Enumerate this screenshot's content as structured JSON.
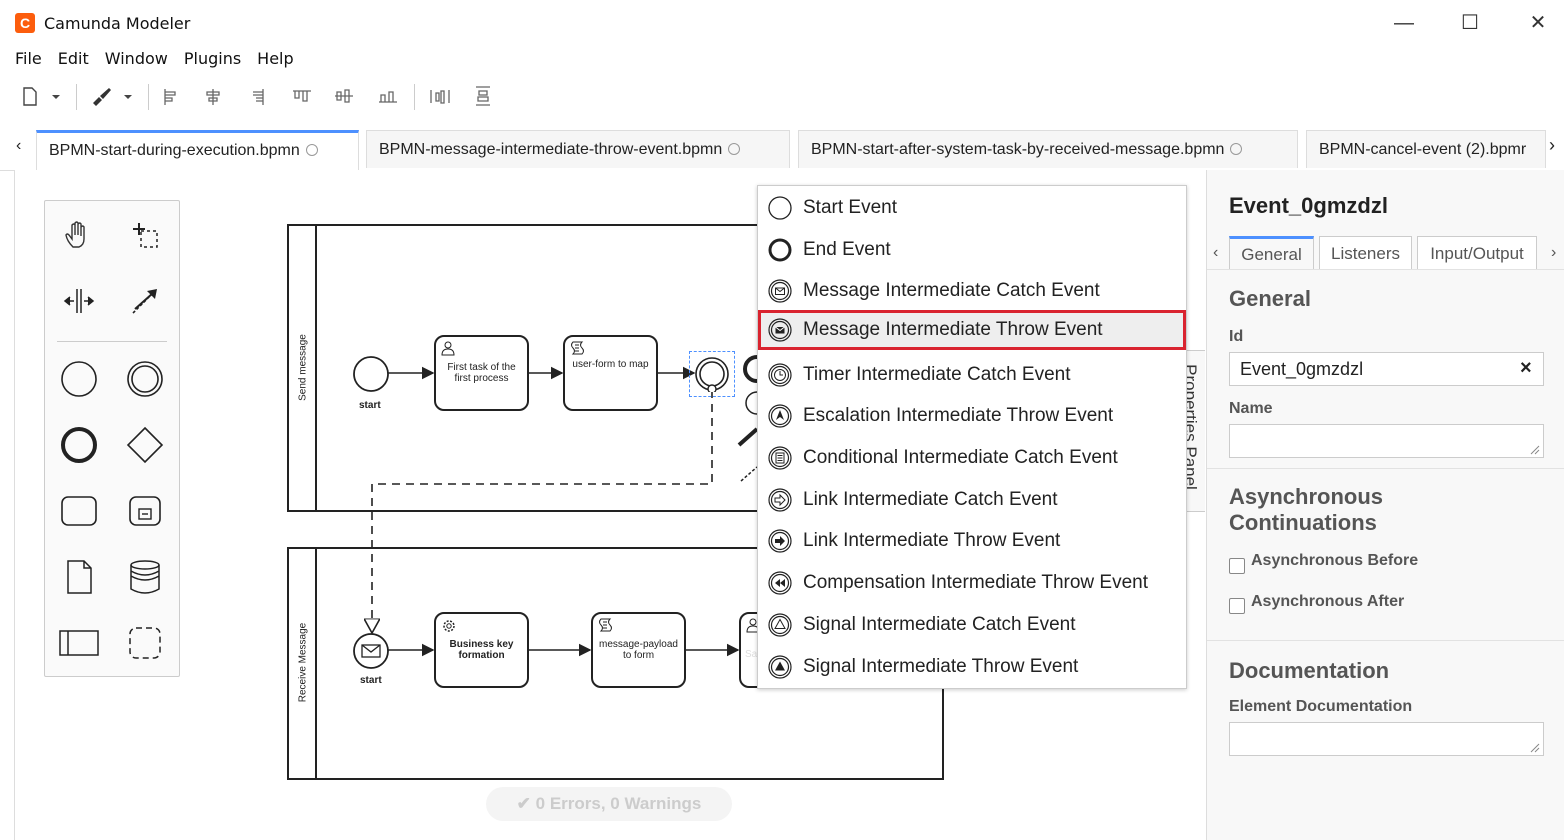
{
  "window": {
    "title": "Camunda Modeler",
    "logo_glyph": "C",
    "minimize": "—",
    "maximize": "☐",
    "close": "✕"
  },
  "menu": [
    "File",
    "Edit",
    "Window",
    "Plugins",
    "Help"
  ],
  "tabs": [
    {
      "label": "BPMN-start-during-execution.bpmn",
      "active": true
    },
    {
      "label": "BPMN-message-intermediate-throw-event.bpmn",
      "active": false
    },
    {
      "label": "BPMN-start-after-system-task-by-received-message.bpmn",
      "active": false
    },
    {
      "label": "BPMN-cancel-event (2).bpmr",
      "active": false
    }
  ],
  "tab_nav": {
    "left": "‹",
    "right": "›"
  },
  "diagram": {
    "pool1_label": "Send message",
    "pool2_label": "Receive Message",
    "start1_label": "start",
    "start2_label": "start",
    "task1": "First task of the first process",
    "task2": "user-form to map",
    "task3": "Business key formation",
    "task4": "message-payload to form",
    "task5_partial": "Sa"
  },
  "status": {
    "text": "0 Errors, 0 Warnings",
    "check_icon": "✔"
  },
  "context_menu": {
    "items": [
      {
        "label": "Start Event",
        "icon": "start-event-icon"
      },
      {
        "label": "End Event",
        "icon": "end-event-icon"
      },
      {
        "label": "Message Intermediate Catch Event",
        "icon": "message-catch-icon"
      },
      {
        "label": "Message Intermediate Throw Event",
        "icon": "message-throw-icon",
        "highlighted": true
      },
      {
        "label": "Timer Intermediate Catch Event",
        "icon": "timer-icon"
      },
      {
        "label": "Escalation Intermediate Throw Event",
        "icon": "escalation-icon"
      },
      {
        "label": "Conditional Intermediate Catch Event",
        "icon": "conditional-icon"
      },
      {
        "label": "Link Intermediate Catch Event",
        "icon": "link-catch-icon"
      },
      {
        "label": "Link Intermediate Throw Event",
        "icon": "link-throw-icon"
      },
      {
        "label": "Compensation Intermediate Throw Event",
        "icon": "compensation-icon"
      },
      {
        "label": "Signal Intermediate Catch Event",
        "icon": "signal-catch-icon"
      },
      {
        "label": "Signal Intermediate Throw Event",
        "icon": "signal-throw-icon"
      }
    ],
    "highlight_color": "#d9232f"
  },
  "properties": {
    "collapsed_label": "Properties Panel",
    "element_id_title": "Event_0gmzdzl",
    "tabs": [
      "General",
      "Listeners",
      "Input/Output"
    ],
    "tab_prev": "‹",
    "tab_next": "›",
    "section_general": "General",
    "id_label": "Id",
    "id_value": "Event_0gmzdzl",
    "clear_glyph": "×",
    "name_label": "Name",
    "name_value": "",
    "section_async_line1": "Asynchronous",
    "section_async_line2": "Continuations",
    "async_before": "Asynchronous Before",
    "async_after": "Asynchronous After",
    "section_doc": "Documentation",
    "doc_label": "Element Documentation",
    "doc_value": ""
  },
  "colors": {
    "accent": "#4d90ff",
    "brand": "#fc5d0d"
  }
}
